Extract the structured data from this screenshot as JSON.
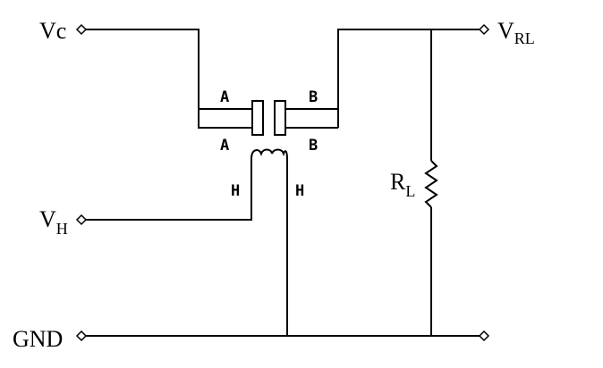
{
  "terminals": {
    "vc": {
      "main": "Vc",
      "sub": ""
    },
    "vrl": {
      "main": "V",
      "sub": "RL"
    },
    "vh": {
      "main": "V",
      "sub": "H"
    },
    "gnd": {
      "main": "GND",
      "sub": ""
    }
  },
  "components": {
    "load_resistor": {
      "main": "R",
      "sub": "L"
    }
  },
  "pins": {
    "a_top": "A",
    "a_bottom": "A",
    "b_top": "B",
    "b_bottom": "B",
    "h_left": "H",
    "h_right": "H"
  },
  "colors": {
    "line": "#000000",
    "background": "#ffffff"
  }
}
